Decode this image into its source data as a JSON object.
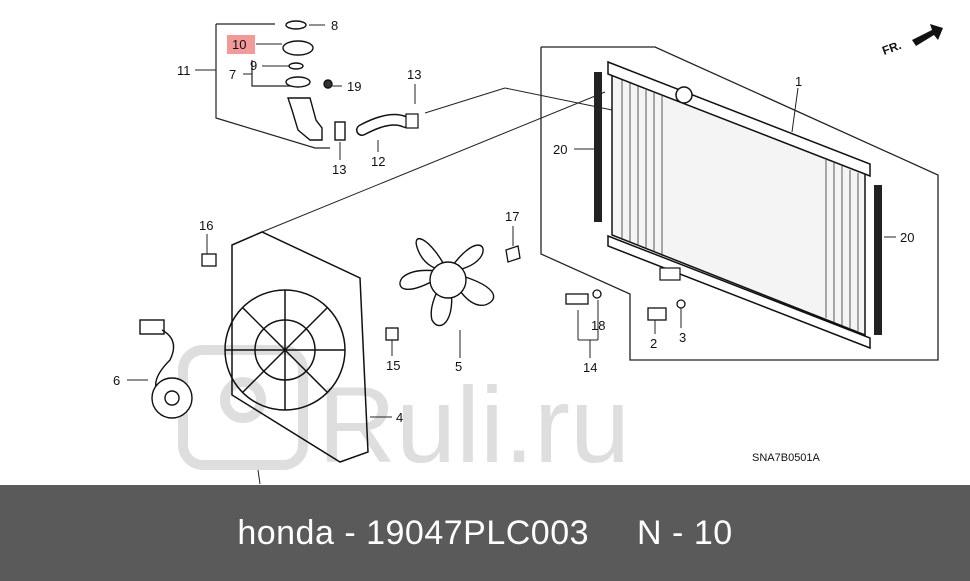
{
  "diagram": {
    "callouts": [
      "1",
      "2",
      "3",
      "4",
      "5",
      "6",
      "7",
      "8",
      "9",
      "10",
      "11",
      "12",
      "13",
      "13",
      "14",
      "15",
      "16",
      "17",
      "18",
      "19",
      "20",
      "20"
    ],
    "highlight_callout": "10",
    "highlight_color": "#f29a9a",
    "direction_label": "FR.",
    "drawing_code": "SNA7B0501A",
    "watermark": "Ruli.ru"
  },
  "footer": {
    "brand": "honda",
    "separator": "-",
    "part_number": "19047PLC003",
    "position_letter": "N",
    "position_number": "10"
  }
}
